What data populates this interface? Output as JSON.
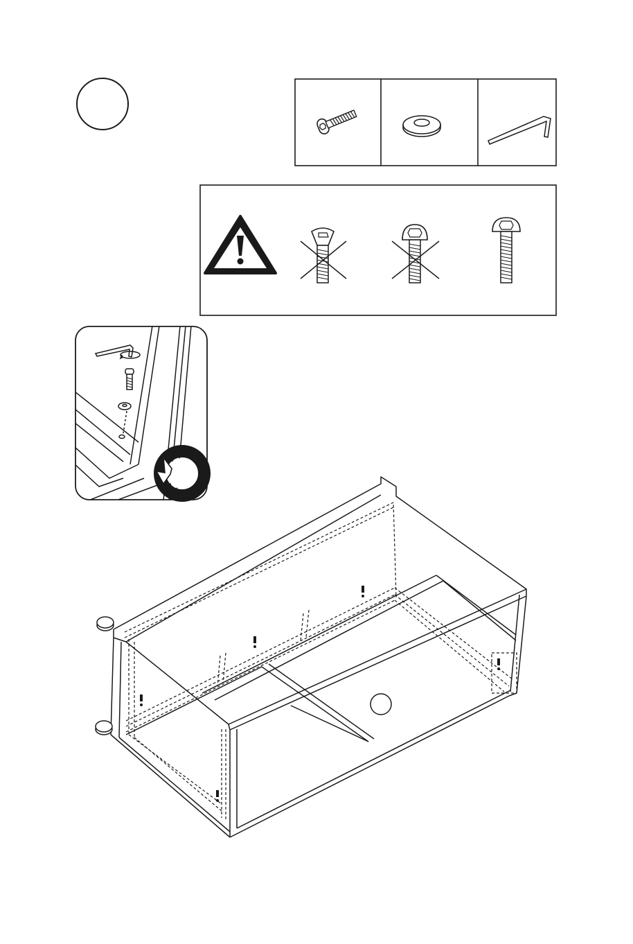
{
  "step": {
    "number": ""
  },
  "parts": [
    {
      "name": "hex-bolt",
      "quantity": ""
    },
    {
      "name": "washer",
      "quantity": ""
    },
    {
      "name": "allen-key",
      "quantity": ""
    }
  ],
  "warning": {
    "icon": "warning-triangle-icon",
    "screws": [
      {
        "type": "countersunk-head",
        "status": "wrong"
      },
      {
        "type": "round-head-short",
        "status": "wrong"
      },
      {
        "type": "cylinder-head",
        "status": "correct"
      }
    ]
  },
  "assembly": {
    "part_marker": ""
  },
  "colors": {
    "line": "#1a1a1a",
    "background": "#ffffff"
  }
}
